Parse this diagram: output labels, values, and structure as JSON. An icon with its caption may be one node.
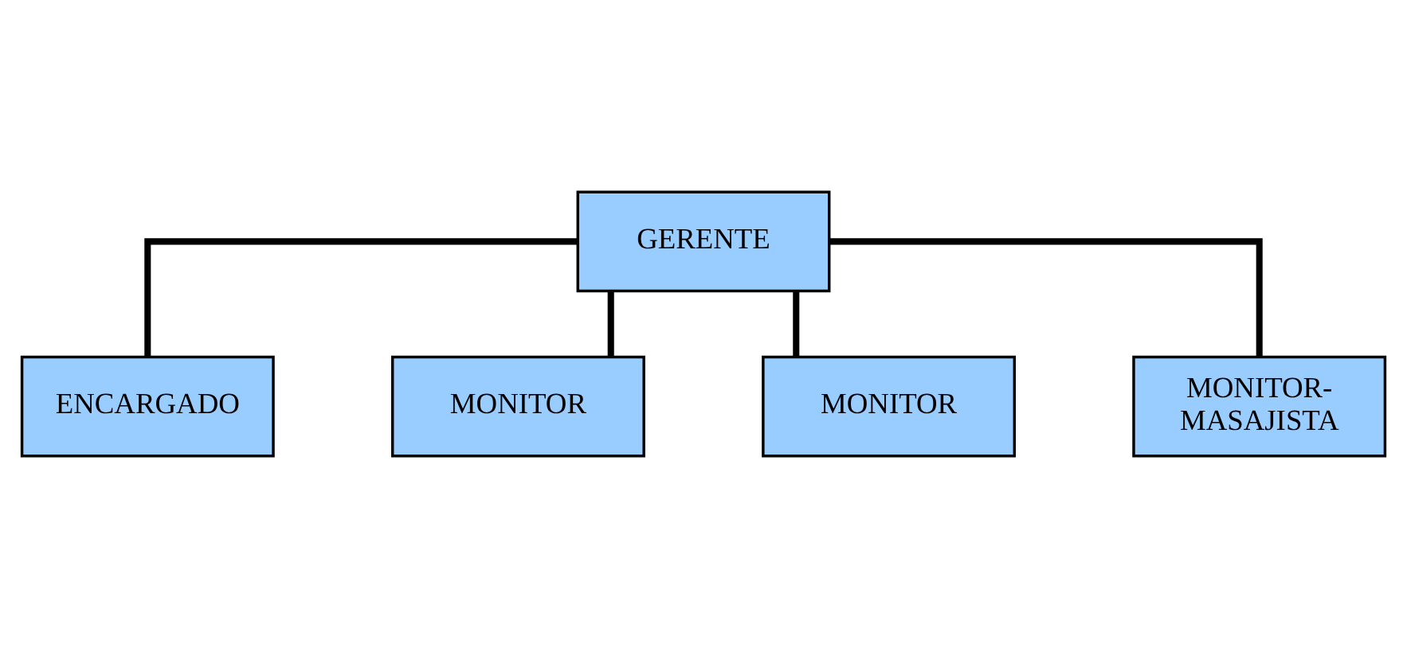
{
  "diagram": {
    "nodes": [
      {
        "text": [
          "GERENTE"
        ]
      },
      {
        "text": [
          "ENCARGADO"
        ]
      },
      {
        "text": [
          "MONITOR"
        ]
      },
      {
        "text": [
          "MONITOR"
        ]
      },
      {
        "text": [
          "MONITOR- MASAJISTA"
        ]
      }
    ],
    "edges": [
      {
        "from": 0,
        "to": 1,
        "arrow": "none"
      },
      {
        "from": 0,
        "to": 2,
        "arrow": "none"
      },
      {
        "from": 0,
        "to": 3,
        "arrow": "none"
      },
      {
        "from": 0,
        "to": 4,
        "arrow": "none"
      }
    ]
  }
}
